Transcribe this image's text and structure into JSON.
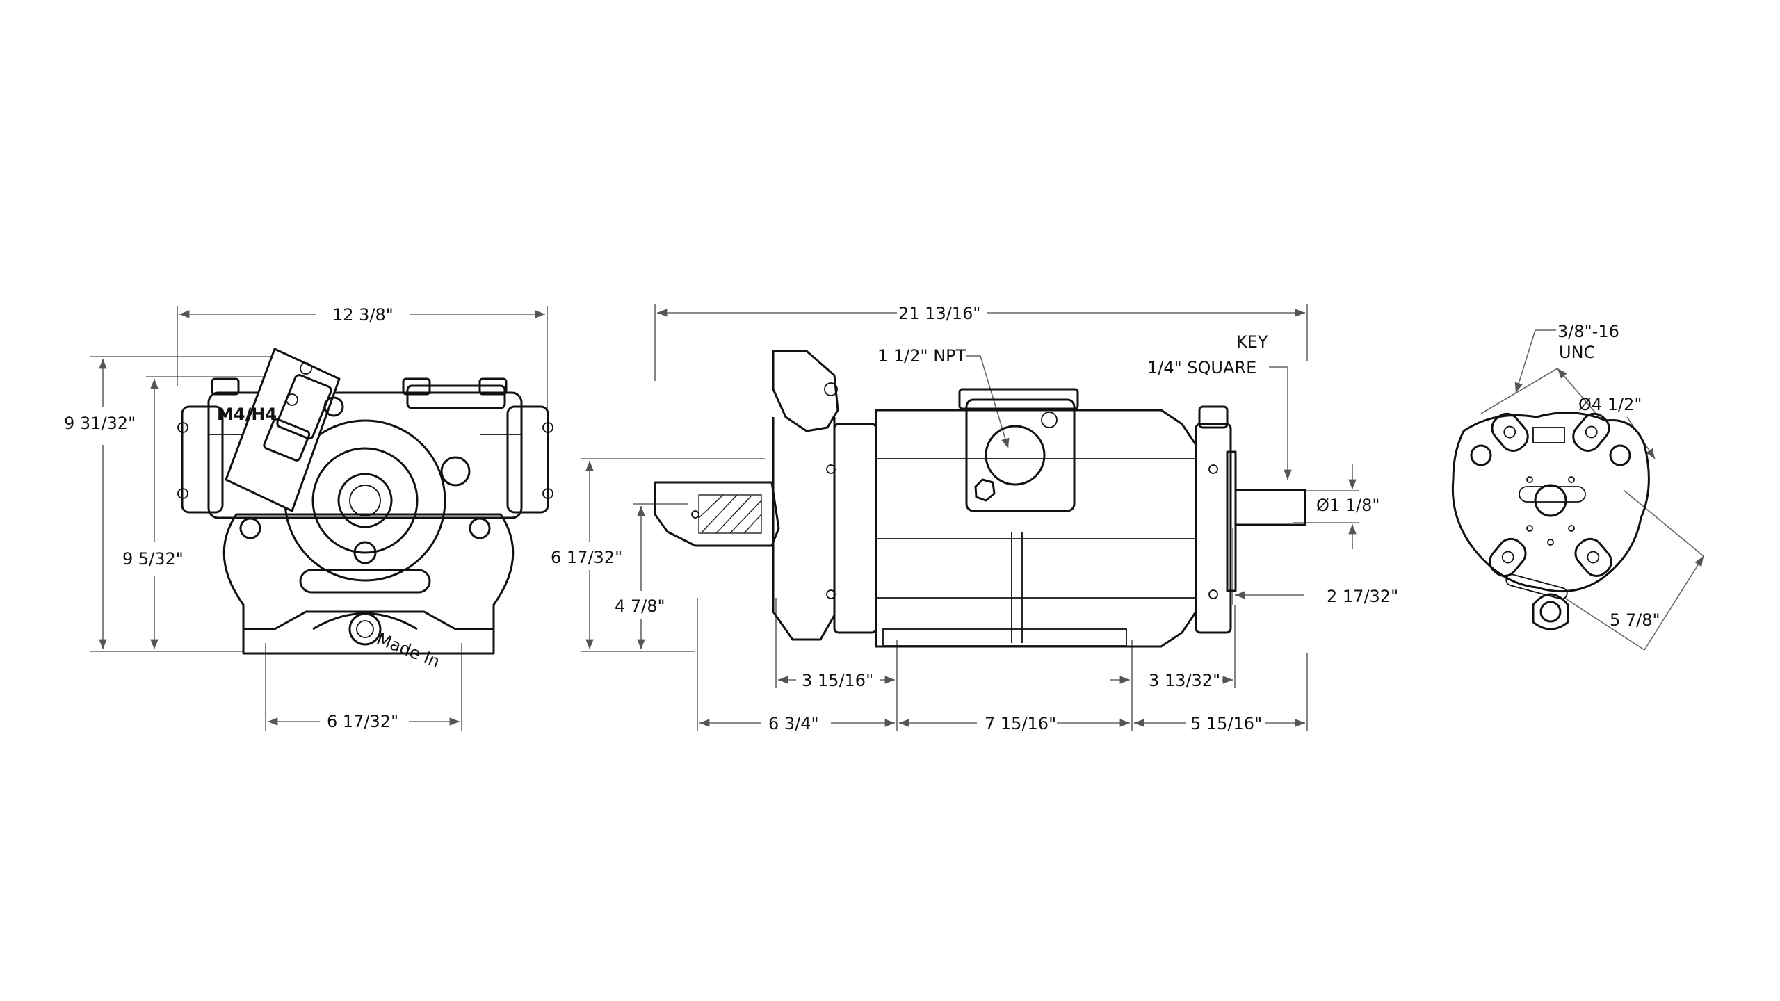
{
  "front_view": {
    "width": "12 3/8\"",
    "height_total": "9 31/32\"",
    "height_center": "9 5/32\"",
    "foot_spacing": "6 17/32\"",
    "label_model": "M4/H4",
    "label_made_in": "Made In"
  },
  "side_view": {
    "overall_length": "21 13/16\"",
    "port_label": "1 1/2\" NPT",
    "key_label": "KEY",
    "key_size": "1/4\" SQUARE",
    "shaft_diameter": "Ø1 1/8\"",
    "shaft_extension": "2 17/32\"",
    "height_upper": "6 17/32\"",
    "height_lower": "4 7/8\"",
    "left_offset": "3 15/16\"",
    "right_offset": "3 13/32\"",
    "seg_left": "6 3/4\"",
    "seg_mid": "7 15/16\"",
    "seg_right": "5 15/16\""
  },
  "end_view": {
    "thread_label": "3/8\"-16",
    "thread_unit": "UNC",
    "bolt_circle": "Ø4 1/2\"",
    "span": "5 7/8\""
  }
}
